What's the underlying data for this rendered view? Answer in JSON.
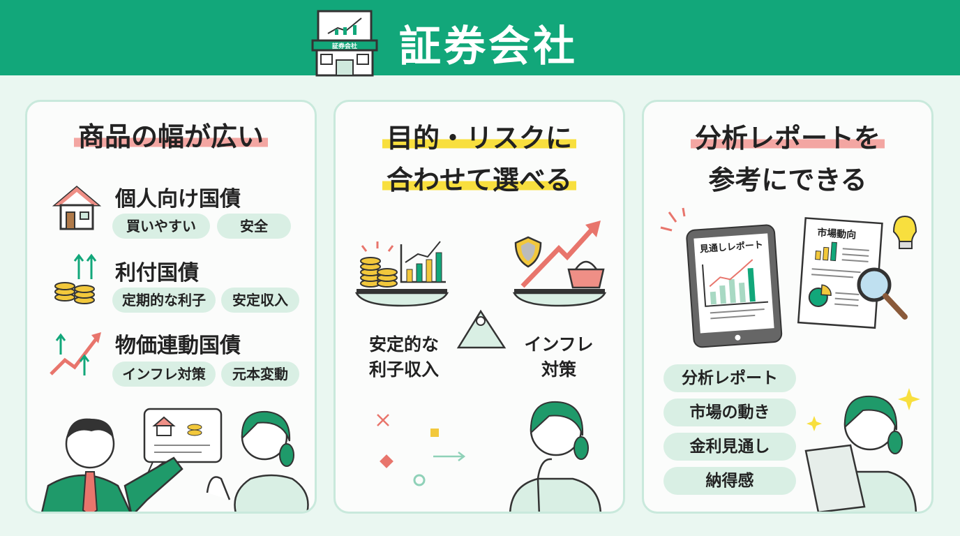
{
  "header": {
    "title": "証券会社",
    "building_sign": "証券会社"
  },
  "colors": {
    "brand": "#12a77a",
    "pink_highlight": "#f3a6a2",
    "yellow_highlight": "#f8df3e",
    "chip": "#d9efe4"
  },
  "card1": {
    "title": "商品の幅が広い",
    "items": [
      {
        "title": "個人向け国債",
        "icon": "house-icon",
        "tags": [
          "買いやすい",
          "安全"
        ]
      },
      {
        "title": "利付国債",
        "icon": "coins-arrows-icon",
        "tags": [
          "定期的な利子",
          "安定収入"
        ]
      },
      {
        "title": "物価連動国債",
        "icon": "rising-arrows-icon",
        "tags": [
          "インフレ対策",
          "元本変動"
        ]
      }
    ]
  },
  "card2": {
    "title_lines": [
      "目的・リスクに",
      "合わせて選べる"
    ],
    "left_label": [
      "安定的な",
      "利子収入"
    ],
    "right_label": [
      "インフレ",
      "対策"
    ]
  },
  "card3": {
    "title_lines": [
      "分析レポートを",
      "参考にできる"
    ],
    "tablet_label": "見通しレポート",
    "document_label": "市場動向",
    "tags": [
      "分析レポート",
      "市場の動き",
      "金利見通し",
      "納得感"
    ]
  }
}
